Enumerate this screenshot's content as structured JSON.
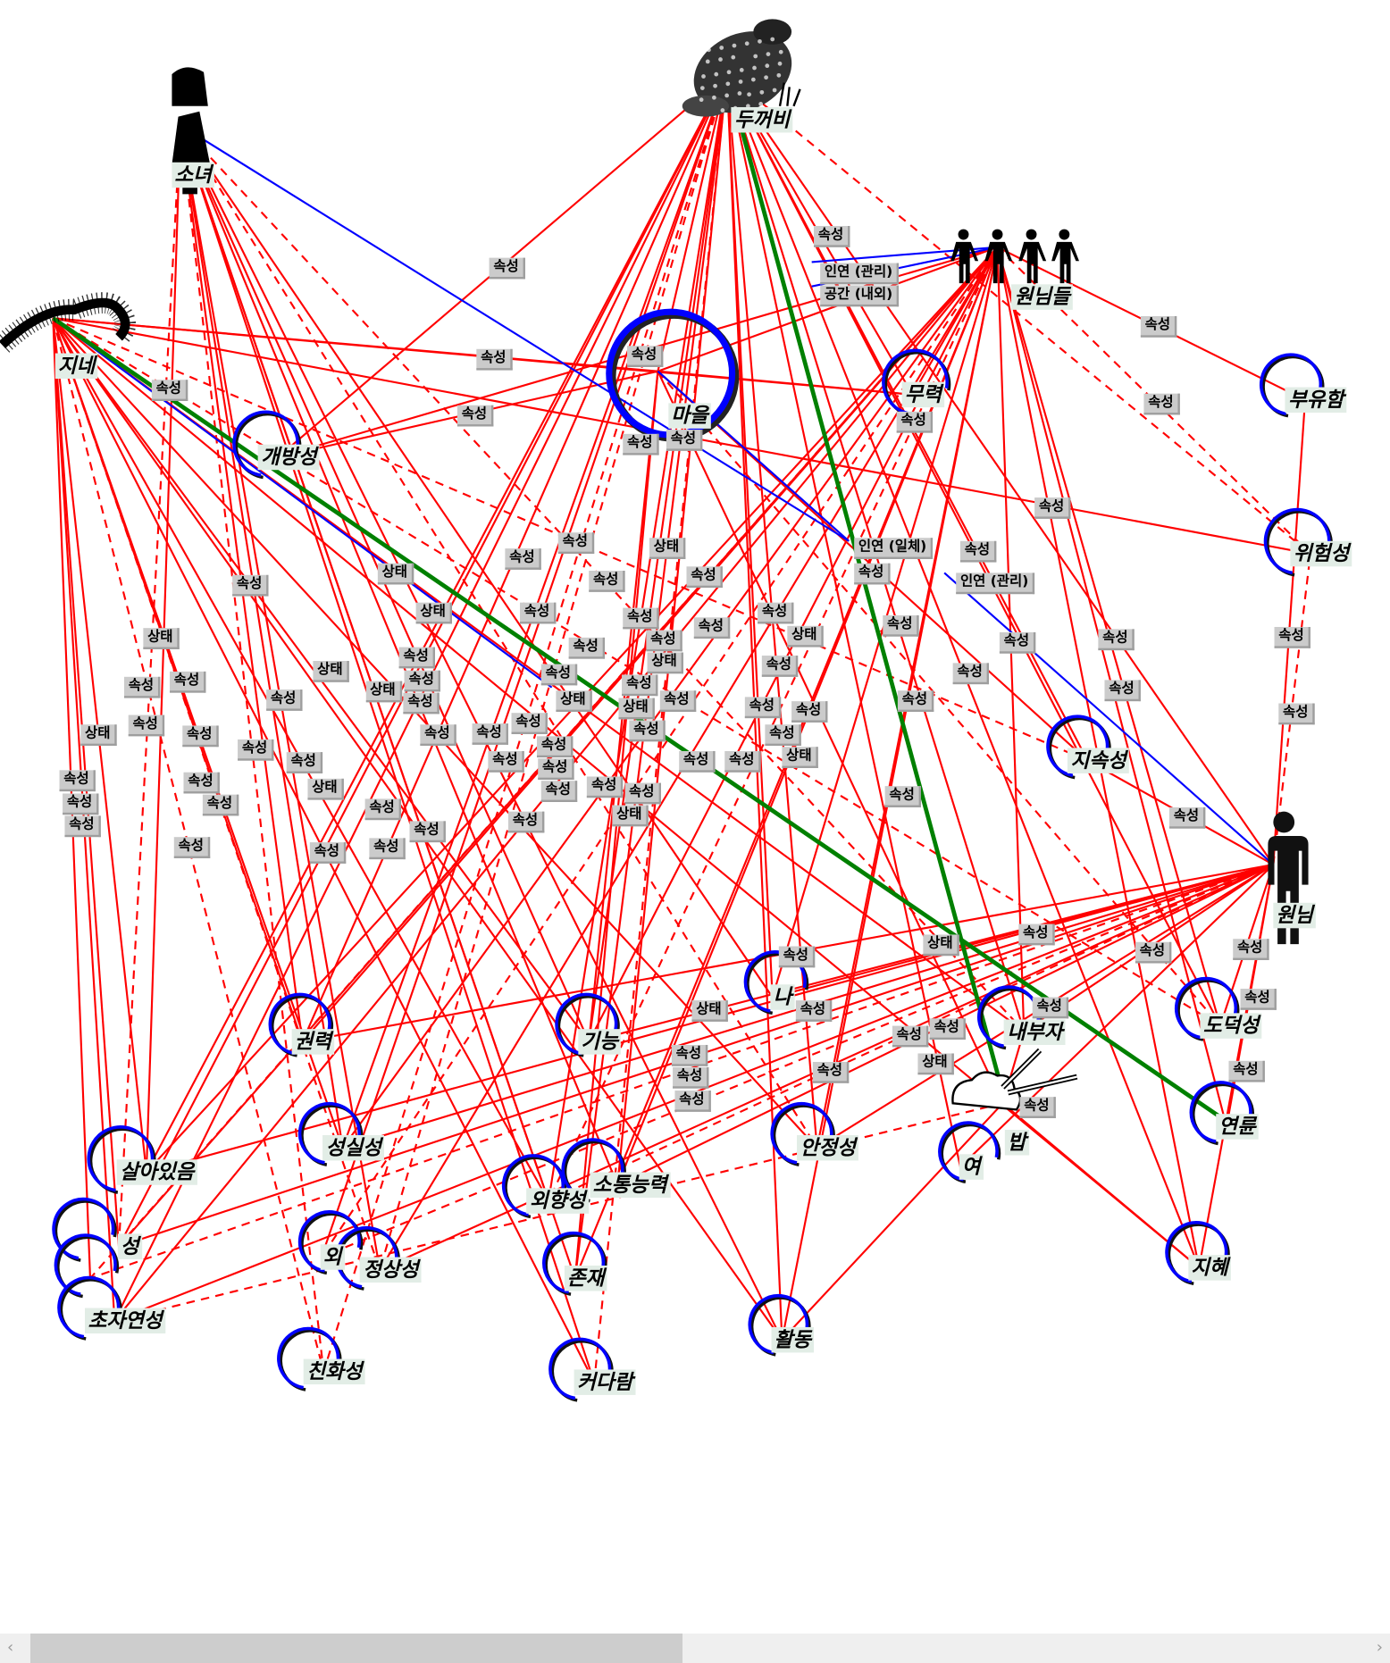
{
  "hubs": [
    {
      "id": "toad",
      "label": "두꺼비",
      "icon": "toad-icon"
    },
    {
      "id": "girl",
      "label": "소녀",
      "icon": "girl-silhouette-icon"
    },
    {
      "id": "centipede",
      "label": "지네",
      "icon": "centipede-icon"
    },
    {
      "id": "people",
      "label": "원님들",
      "icon": "people-group-icon"
    },
    {
      "id": "man",
      "label": "원님",
      "icon": "man-icon"
    },
    {
      "id": "rice",
      "label": "밥",
      "icon": "rice-bowl-icon"
    }
  ],
  "nodes": [
    {
      "id": "maeul",
      "label": "마을"
    },
    {
      "id": "gaebang",
      "label": "개방성"
    },
    {
      "id": "muryeok",
      "label": "무력"
    },
    {
      "id": "buyu",
      "label": "부유함"
    },
    {
      "id": "wiheom",
      "label": "위험성"
    },
    {
      "id": "jisok",
      "label": "지속성"
    },
    {
      "id": "dodeok",
      "label": "도덕성"
    },
    {
      "id": "yeonryun",
      "label": "연륜"
    },
    {
      "id": "jihye",
      "label": "지혜"
    },
    {
      "id": "naebuja",
      "label": "내부자"
    },
    {
      "id": "yeo",
      "label": "여"
    },
    {
      "id": "hwaldong",
      "label": "활동"
    },
    {
      "id": "anjeong",
      "label": "안정성"
    },
    {
      "id": "na",
      "label": "나"
    },
    {
      "id": "gineung",
      "label": "기능"
    },
    {
      "id": "gwonryeok",
      "label": "권력"
    },
    {
      "id": "seongsil",
      "label": "성실성"
    },
    {
      "id": "salaisseum",
      "label": "살아있음"
    },
    {
      "id": "x1",
      "label": "성"
    },
    {
      "id": "x2",
      "label": ""
    },
    {
      "id": "choja",
      "label": "초자연성"
    },
    {
      "id": "oe",
      "label": "외"
    },
    {
      "id": "jeongsang",
      "label": "정상성"
    },
    {
      "id": "chinhwa",
      "label": "친화성"
    },
    {
      "id": "oehyang",
      "label": "외향성"
    },
    {
      "id": "sotong",
      "label": "소통능력"
    },
    {
      "id": "jonjae",
      "label": "존재"
    },
    {
      "id": "keodaram",
      "label": "커다람"
    }
  ],
  "edge_labels": [
    "속성",
    "속성",
    "속성",
    "속성",
    "속성",
    "속성",
    "속성",
    "속성",
    "인연 (관리)",
    "공간 (내외)",
    "속성",
    "속성",
    "속성",
    "속성",
    "인연 (일체)",
    "속성",
    "속성",
    "인연 (관리)",
    "속성",
    "상태",
    "속성",
    "속성",
    "상태",
    "속성",
    "속성",
    "상태",
    "속성",
    "상태",
    "속성",
    "속성",
    "속성",
    "속성",
    "속성",
    "상태",
    "속성",
    "속성",
    "속성",
    "속성",
    "속성",
    "속성",
    "상태",
    "속성",
    "속성",
    "상태",
    "속성",
    "속성",
    "속성",
    "속성",
    "상태",
    "상태",
    "상태",
    "속성",
    "속성",
    "속성",
    "속성",
    "속성",
    "속성",
    "상태",
    "속성",
    "속성",
    "속성",
    "속성",
    "속성",
    "속성",
    "속성",
    "속성",
    "속성",
    "속성",
    "상태",
    "속성",
    "속성",
    "속성",
    "속성",
    "속성",
    "속성",
    "속성",
    "속성",
    "속성",
    "속성",
    "속성",
    "상태",
    "속성",
    "속성",
    "속성",
    "상태",
    "속성",
    "속성",
    "속성",
    "속성",
    "속성",
    "속성",
    "속성",
    "속성",
    "상태",
    "속성",
    "속성",
    "속성",
    "속성",
    "속성",
    "속성",
    "상태",
    "속성",
    "속성",
    "속성",
    "속성",
    "속성",
    "속성",
    "상태",
    "속성",
    "속성",
    "속성"
  ],
  "colors": {
    "relation": "#ff0000",
    "link": "#0000ff",
    "main": "#008000",
    "node_ring": "#0000ff",
    "edge_label_bg": "#cbcbcb",
    "node_label_bg": "#e2ede6"
  },
  "scrollbar": {
    "position_fraction": 0.0,
    "visible_fraction": 0.48,
    "left_arrow": "‹",
    "right_arrow": "›"
  }
}
